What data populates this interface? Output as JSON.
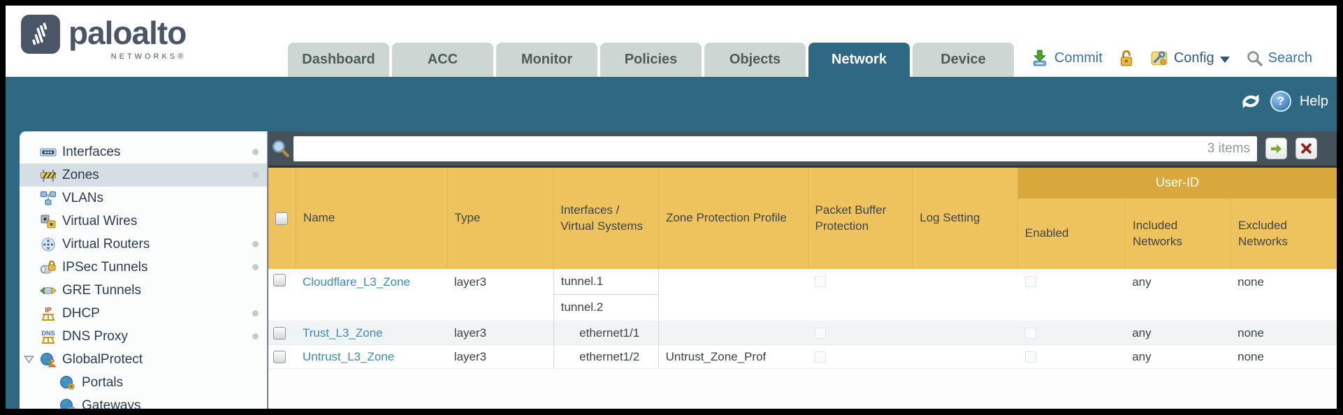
{
  "brand": {
    "name": "paloalto",
    "sub": "NETWORKS®"
  },
  "nav": {
    "tabs": [
      {
        "label": "Dashboard",
        "active": false
      },
      {
        "label": "ACC",
        "active": false
      },
      {
        "label": "Monitor",
        "active": false
      },
      {
        "label": "Policies",
        "active": false
      },
      {
        "label": "Objects",
        "active": false
      },
      {
        "label": "Network",
        "active": true
      },
      {
        "label": "Device",
        "active": false
      }
    ],
    "utilities": {
      "commit": "Commit",
      "config": "Config",
      "search": "Search"
    }
  },
  "banner": {
    "help": "Help"
  },
  "sidebar": {
    "items": [
      {
        "label": "Interfaces",
        "dot": true,
        "selected": false
      },
      {
        "label": "Zones",
        "dot": true,
        "selected": true
      },
      {
        "label": "VLANs",
        "dot": false,
        "selected": false
      },
      {
        "label": "Virtual Wires",
        "dot": false,
        "selected": false
      },
      {
        "label": "Virtual Routers",
        "dot": true,
        "selected": false
      },
      {
        "label": "IPSec Tunnels",
        "dot": true,
        "selected": false
      },
      {
        "label": "GRE Tunnels",
        "dot": false,
        "selected": false
      },
      {
        "label": "DHCP",
        "dot": true,
        "selected": false
      },
      {
        "label": "DNS Proxy",
        "dot": true,
        "selected": false
      },
      {
        "label": "GlobalProtect",
        "dot": false,
        "selected": false,
        "expanded": true
      },
      {
        "label": "Portals",
        "dot": false,
        "selected": false,
        "nested": true
      },
      {
        "label": "Gateways",
        "dot": false,
        "selected": false,
        "nested": true
      }
    ]
  },
  "toolbar": {
    "search_value": "",
    "items_count": "3 items"
  },
  "table": {
    "group_header": "User-ID",
    "columns": [
      "Name",
      "Type",
      "Interfaces / Virtual Systems",
      "Zone Protection Profile",
      "Packet Buffer Protection",
      "Log Setting",
      "Enabled",
      "Included Networks",
      "Excluded Networks"
    ],
    "rows": [
      {
        "name": "Cloudflare_L3_Zone",
        "type": "layer3",
        "interfaces": [
          "tunnel.1",
          "tunnel.2"
        ],
        "zone_protection_profile": "",
        "packet_buffer_protection": false,
        "log_setting": "",
        "user_id_enabled": false,
        "included_networks": "any",
        "excluded_networks": "none"
      },
      {
        "name": "Trust_L3_Zone",
        "type": "layer3",
        "interfaces": [
          "ethernet1/1"
        ],
        "zone_protection_profile": "",
        "packet_buffer_protection": false,
        "log_setting": "",
        "user_id_enabled": false,
        "included_networks": "any",
        "excluded_networks": "none"
      },
      {
        "name": "Untrust_L3_Zone",
        "type": "layer3",
        "interfaces": [
          "ethernet1/2"
        ],
        "zone_protection_profile": "Untrust_Zone_Prof",
        "packet_buffer_protection": false,
        "log_setting": "",
        "user_id_enabled": false,
        "included_networks": "any",
        "excluded_networks": "none"
      }
    ]
  },
  "colors": {
    "teal": "#2e6882",
    "amber_header": "#eec25d",
    "user_id_band": "#d8a83c",
    "toolbar_slate": "#46525a",
    "tab_inactive": "#ccd6d2",
    "link": "#3e8ab2",
    "row_alt": "#f1f4f5",
    "sidebar_selected": "#d5dfe3"
  }
}
